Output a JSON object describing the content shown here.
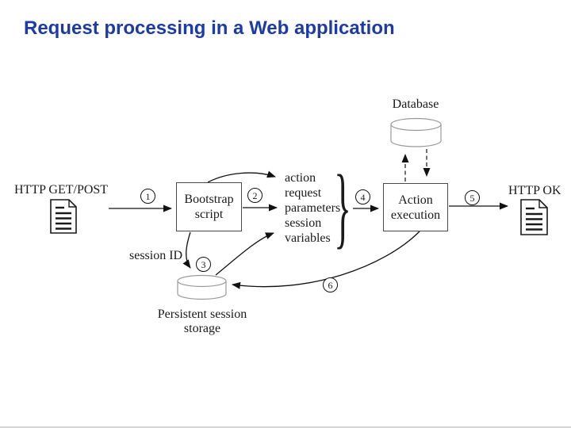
{
  "title": "Request processing in a Web application",
  "colors": {
    "title": "#1c3ba8",
    "diagram_line": "#111111",
    "cylinder_outline": "#999999"
  },
  "diagram": {
    "http_request_label": "HTTP GET/POST",
    "http_response_label": "HTTP OK",
    "bootstrap_box": {
      "line1": "Bootstrap",
      "line2": "script"
    },
    "action_box": {
      "line1": "Action",
      "line2": "execution"
    },
    "database_label": "Database",
    "session_id_label": "session ID",
    "storage_label": {
      "line1": "Persistent session",
      "line2": "storage"
    },
    "payload_lines": [
      "action",
      "request",
      "parameters",
      "session",
      "variables"
    ],
    "brace_glyph": "}",
    "steps": [
      "1",
      "2",
      "3",
      "4",
      "5",
      "6"
    ],
    "icons": [
      "request-document-icon",
      "response-document-icon",
      "database-cylinder-icon",
      "session-storage-cylinder-icon",
      "group-brace-icon"
    ]
  }
}
